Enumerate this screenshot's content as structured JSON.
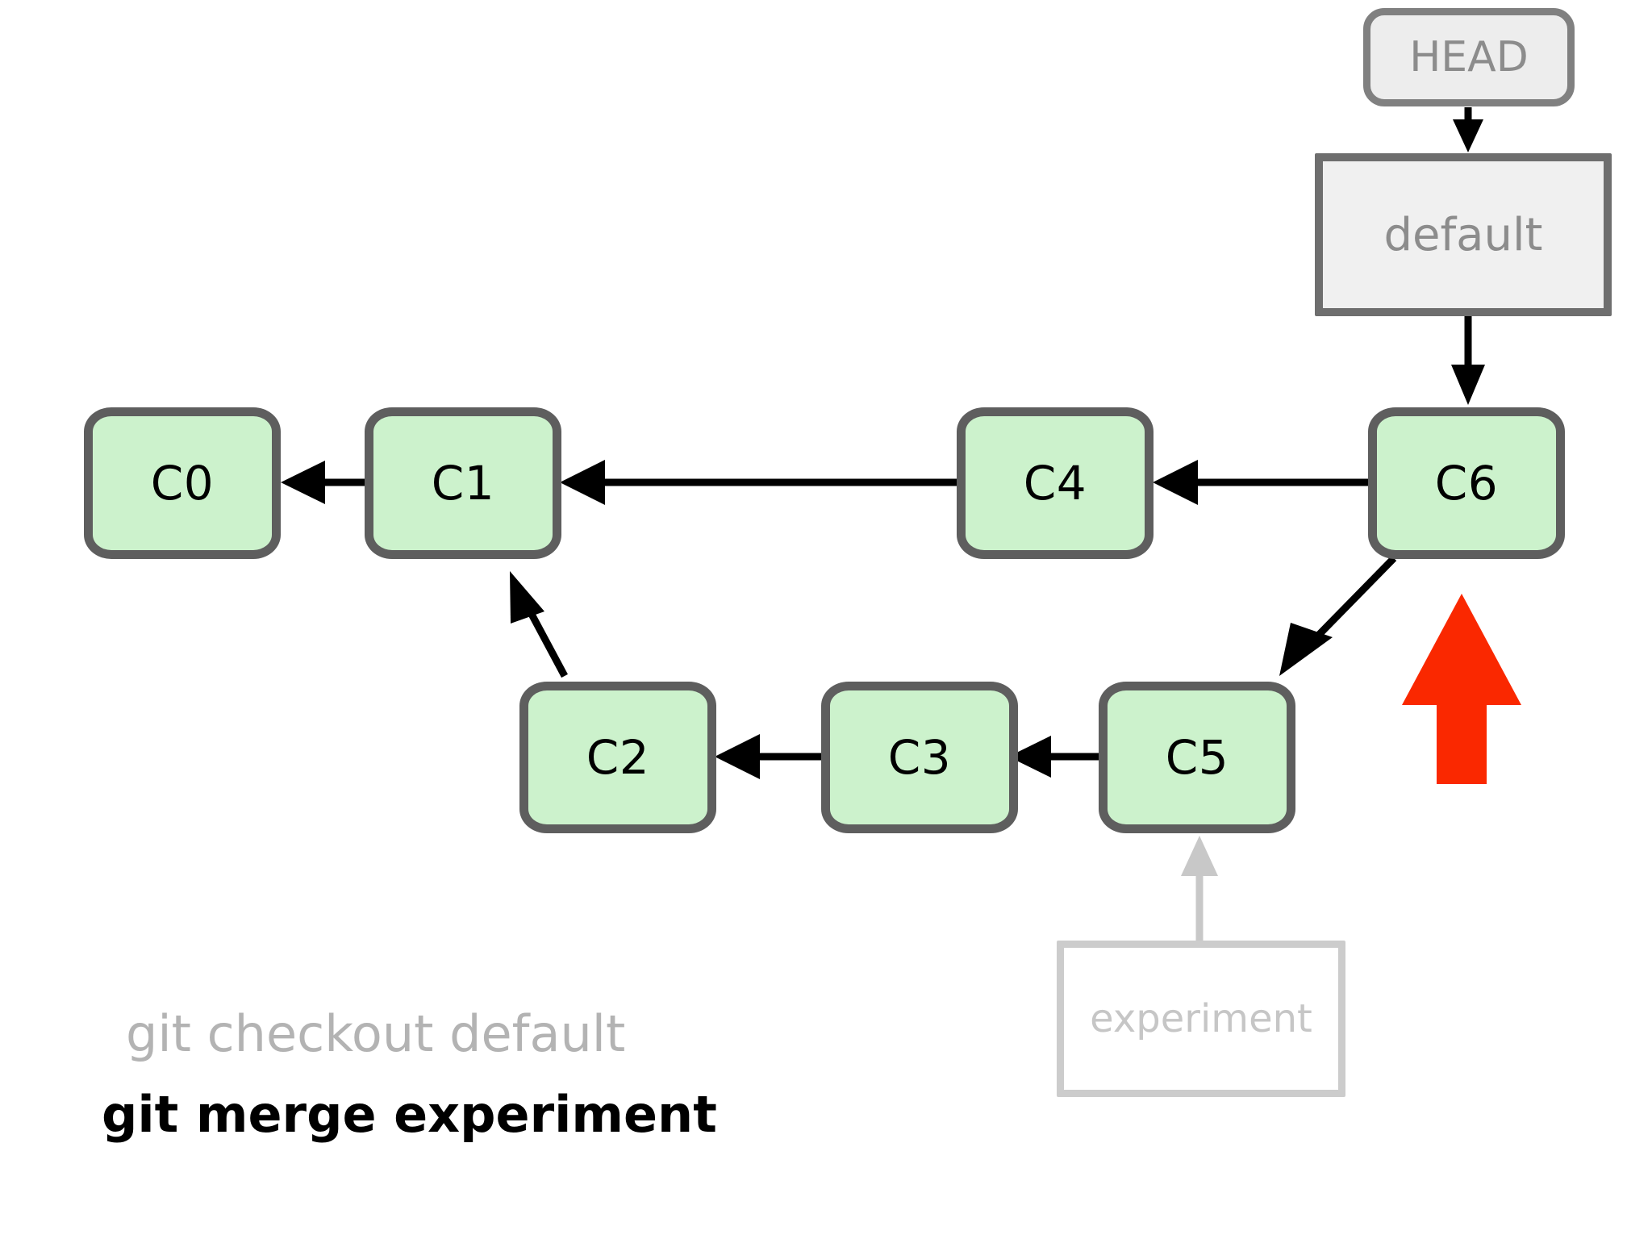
{
  "diagram": {
    "title": "git merge experiment",
    "type": "git-commit-graph",
    "background_color": "#ffffff"
  },
  "colors": {
    "commit_fill": "#ccf2cc",
    "commit_border": "#5e5e5e",
    "commit_text": "#000000",
    "head_fill": "#ededed",
    "head_border": "#808080",
    "head_text": "#8c8c8c",
    "branch_fill": "#f0f0f0",
    "branch_border": "#6e6e6e",
    "branch_text": "#8c8c8c",
    "branch_faded_border": "#cccccc",
    "branch_faded_text": "#c6c6c6",
    "edge": "#000000",
    "edge_faded": "#c8c8c8",
    "highlight_arrow": "#fa2800"
  },
  "pointers": {
    "head": {
      "label": "HEAD",
      "points_to": "default"
    }
  },
  "branches": [
    {
      "label": "default",
      "state": "active",
      "points_to": "C6"
    },
    {
      "label": "experiment",
      "state": "faded",
      "points_to": "C5"
    }
  ],
  "commits": [
    {
      "id": "C0",
      "label": "C0",
      "row": "top"
    },
    {
      "id": "C1",
      "label": "C1",
      "row": "top"
    },
    {
      "id": "C4",
      "label": "C4",
      "row": "top"
    },
    {
      "id": "C6",
      "label": "C6",
      "row": "top"
    },
    {
      "id": "C2",
      "label": "C2",
      "row": "bottom"
    },
    {
      "id": "C3",
      "label": "C3",
      "row": "bottom"
    },
    {
      "id": "C5",
      "label": "C5",
      "row": "bottom"
    }
  ],
  "edges": [
    {
      "from": "C1",
      "to": "C0",
      "style": "solid-black"
    },
    {
      "from": "C4",
      "to": "C1",
      "style": "solid-black"
    },
    {
      "from": "C6",
      "to": "C4",
      "style": "solid-black"
    },
    {
      "from": "C2",
      "to": "C1",
      "style": "solid-black"
    },
    {
      "from": "C3",
      "to": "C2",
      "style": "solid-black"
    },
    {
      "from": "C5",
      "to": "C3",
      "style": "solid-black"
    },
    {
      "from": "C6",
      "to": "C5",
      "style": "solid-black"
    }
  ],
  "highlight": {
    "shape": "up-arrow",
    "color": "#fa2800",
    "points_at": "C6"
  },
  "captions": {
    "previous_command": "git checkout default",
    "current_command": "git merge experiment"
  }
}
